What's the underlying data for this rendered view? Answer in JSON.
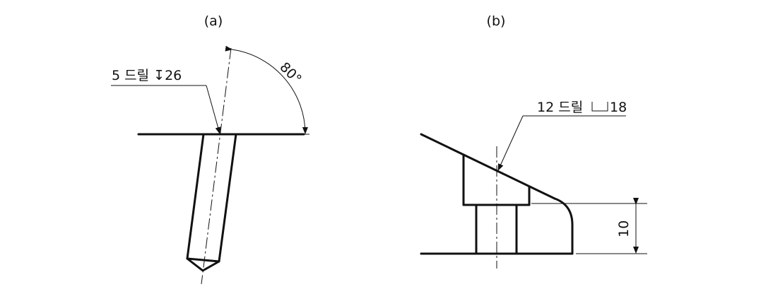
{
  "views": {
    "a": {
      "label": "(a)",
      "callout": {
        "text": "5 드릴 ",
        "symbol": "↧",
        "value": "26"
      },
      "angle": "80°"
    },
    "b": {
      "label": "(b)",
      "callout": {
        "text": "12 드릴 ",
        "value": "18"
      },
      "dimension": "10"
    }
  }
}
